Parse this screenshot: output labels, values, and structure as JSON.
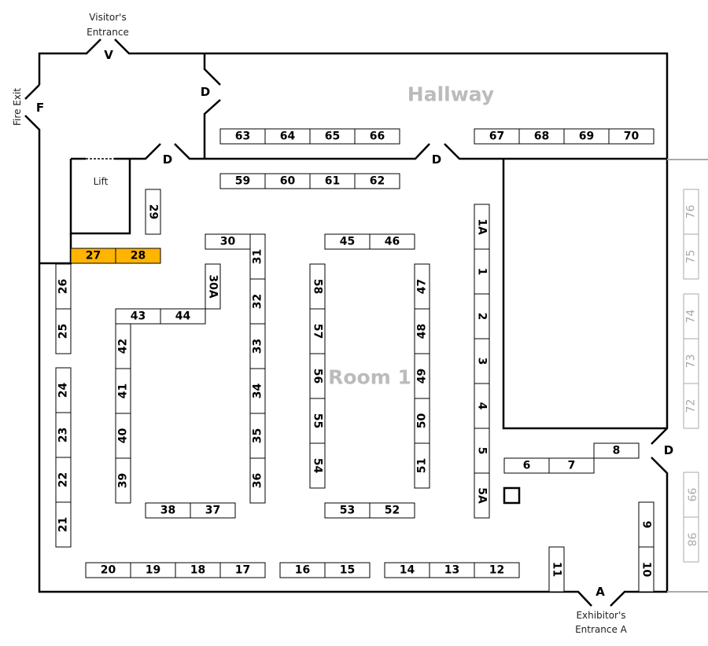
{
  "rooms": {
    "hallway": "Hallway",
    "room1": "Room 1",
    "lift": "Lift"
  },
  "entrances": {
    "visitor_label_line1": "Visitor's",
    "visitor_label_line2": "Entrance",
    "visitor_letter": "V",
    "fire_exit_label": "Fire Exit",
    "fire_exit_letter": "F",
    "exhibitor_label_line1": "Exhibitor's",
    "exhibitor_label_line2": "Entrance A",
    "exhibitor_letter": "A",
    "door_letter": "D"
  },
  "colors": {
    "highlight": "#FFB400",
    "inactive": "#aaaaaa"
  },
  "booths": {
    "b63": "63",
    "b64": "64",
    "b65": "65",
    "b66": "66",
    "b67": "67",
    "b68": "68",
    "b69": "69",
    "b70": "70",
    "b59": "59",
    "b60": "60",
    "b61": "61",
    "b62": "62",
    "b30": "30",
    "b45": "45",
    "b46": "46",
    "b27": "27",
    "b28": "28",
    "b43": "43",
    "b44": "44",
    "b38": "38",
    "b37": "37",
    "b53": "53",
    "b52": "52",
    "b20": "20",
    "b19": "19",
    "b18": "18",
    "b17": "17",
    "b16": "16",
    "b15": "15",
    "b14": "14",
    "b13": "13",
    "b12": "12",
    "b6": "6",
    "b7": "7",
    "b8": "8",
    "b29": "29",
    "b31": "31",
    "b32": "32",
    "b33": "33",
    "b34": "34",
    "b35": "35",
    "b36": "36",
    "b30A": "30A",
    "b58": "58",
    "b57": "57",
    "b56": "56",
    "b55": "55",
    "b54": "54",
    "b47": "47",
    "b48": "48",
    "b49": "49",
    "b50": "50",
    "b51": "51",
    "b1A": "1A",
    "b1": "1",
    "b2": "2",
    "b3": "3",
    "b4": "4",
    "b5": "5",
    "b5A": "5A",
    "b42": "42",
    "b41": "41",
    "b40": "40",
    "b39": "39",
    "b26": "26",
    "b25": "25",
    "b24": "24",
    "b23": "23",
    "b22": "22",
    "b21": "21",
    "b11": "11",
    "b9": "9",
    "b10": "10",
    "b76": "76",
    "b75": "75",
    "b74": "74",
    "b73": "73",
    "b72": "72",
    "b99": "99",
    "b98": "98"
  },
  "highlighted_booths": [
    "27",
    "28"
  ],
  "inactive_booths": [
    "72",
    "73",
    "74",
    "75",
    "76",
    "98",
    "99"
  ]
}
